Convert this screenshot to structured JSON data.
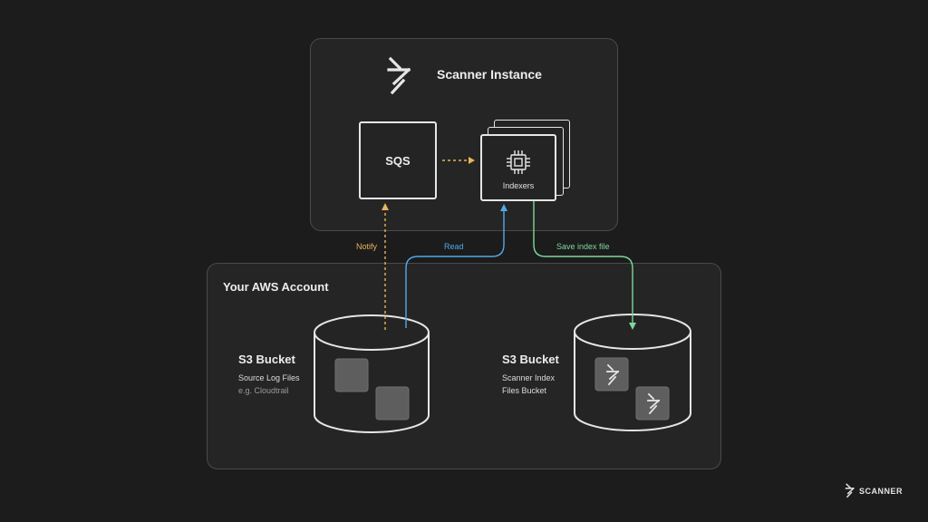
{
  "scanner_instance": {
    "title": "Scanner Instance"
  },
  "sqs": {
    "label": "SQS"
  },
  "indexers": {
    "label": "Indexers"
  },
  "arrows": {
    "notify": "Notify",
    "read": "Read",
    "save": "Save index file"
  },
  "aws_account": {
    "title": "Your AWS Account"
  },
  "source_bucket": {
    "title": "S3 Bucket",
    "line1": "Source Log Files",
    "line2": "e.g. Cloudtrail"
  },
  "index_bucket": {
    "title": "S3 Bucket",
    "line1": "Scanner Index",
    "line2": "Files Bucket"
  },
  "brand": {
    "name": "SCANNER"
  },
  "colors": {
    "notify": "#e8b45c",
    "read": "#52a9e8",
    "save": "#7fd89a"
  },
  "icons": {
    "logo": "scanner-logo-icon",
    "chip": "chip-icon"
  }
}
